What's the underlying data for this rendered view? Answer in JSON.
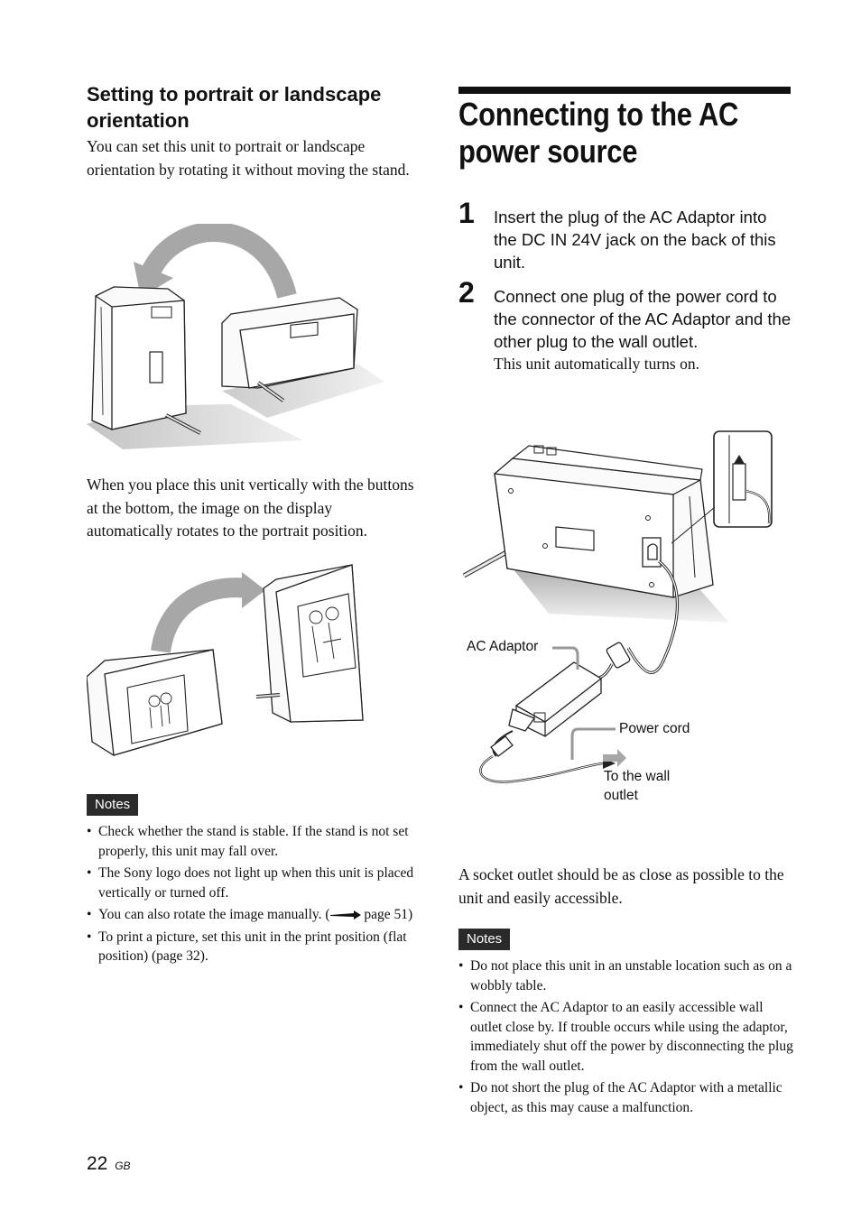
{
  "left": {
    "heading": "Setting to portrait or landscape orientation",
    "intro": "You can set this unit to portrait or landscape orientation by rotating it without moving the stand.",
    "para2": "When you place this unit vertically with the buttons at the bottom, the image on the display automatically rotates to the portrait position.",
    "notes_label": "Notes",
    "notes": [
      "Check whether the stand is stable. If the stand is not set properly, this unit may fall over.",
      "The Sony logo does not light up when this unit is placed vertically or turned off.",
      "To print a picture, set this unit in the print position (flat position) (page 32)."
    ],
    "note_rotate_before": "You can also rotate the image manually. (",
    "note_rotate_after": " page 51)"
  },
  "right": {
    "title": "Connecting to the AC power source",
    "steps": [
      {
        "num": "1",
        "text": "Insert the plug of the AC Adaptor into the DC IN 24V jack on the back of this unit."
      },
      {
        "num": "2",
        "text": "Connect one plug of the power cord to the connector of the AC Adaptor and the other plug to the wall outlet.",
        "sub": "This unit automatically turns on."
      }
    ],
    "figure_labels": {
      "ac_adaptor": "AC Adaptor",
      "power_cord": "Power cord",
      "wall_outlet_1": "To the wall",
      "wall_outlet_2": "outlet"
    },
    "socket_text": "A socket outlet should be as close as possible to the unit and easily accessible.",
    "notes_label": "Notes",
    "notes": [
      "Do not place this unit in an unstable location such as on a wobbly table.",
      "Connect the AC Adaptor to an easily accessible wall outlet close by. If trouble occurs while using the adaptor, immediately shut off the power by disconnecting the plug from the wall outlet.",
      "Do not short the plug of the AC Adaptor with a metallic object, as this may cause a malfunction."
    ]
  },
  "footer": {
    "page_number": "22",
    "region": "GB"
  }
}
